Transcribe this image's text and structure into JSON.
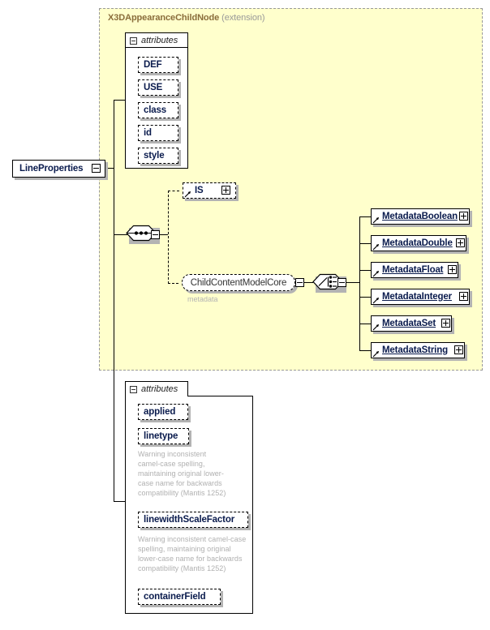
{
  "diagram": {
    "kind": "xsd-schema-diagram",
    "root_element": {
      "name": "LineProperties"
    },
    "extension": {
      "base_name": "X3DAppearanceChildNode",
      "kind_label": "(extension)",
      "region_color": "#ffffcc",
      "border_color": "#999999",
      "title_color": "#8a6d3b"
    },
    "inherited_attributes": {
      "title": "attributes",
      "items": [
        {
          "name": "DEF"
        },
        {
          "name": "USE"
        },
        {
          "name": "class"
        },
        {
          "name": "id"
        },
        {
          "name": "style"
        }
      ]
    },
    "content_model": {
      "sequence_symbol": "sequence",
      "choice_symbol": "choice",
      "is_element": {
        "name": "IS",
        "expander": "plus"
      },
      "group_ref": {
        "name": "ChildContentModelCore",
        "sublabel": "metadata",
        "expander": "minus"
      },
      "metadata_nodes": [
        {
          "name": "MetadataBoolean",
          "expander": "plus"
        },
        {
          "name": "MetadataDouble",
          "expander": "plus"
        },
        {
          "name": "MetadataFloat",
          "expander": "plus"
        },
        {
          "name": "MetadataInteger",
          "expander": "plus"
        },
        {
          "name": "MetadataSet",
          "expander": "plus"
        },
        {
          "name": "MetadataString",
          "expander": "plus"
        }
      ]
    },
    "own_attributes": {
      "title": "attributes",
      "items": [
        {
          "name": "applied",
          "note": ""
        },
        {
          "name": "linetype",
          "note": "Warning inconsistent camel-case spelling, maintaining original lower-case name for backwards compatibility (Mantis 1252)"
        },
        {
          "name": "linewidthScaleFactor",
          "note": "Warning inconsistent camel-case spelling, maintaining original lower-case name for backwards compatibility (Mantis 1252)"
        },
        {
          "name": "containerField",
          "note": ""
        }
      ]
    }
  }
}
